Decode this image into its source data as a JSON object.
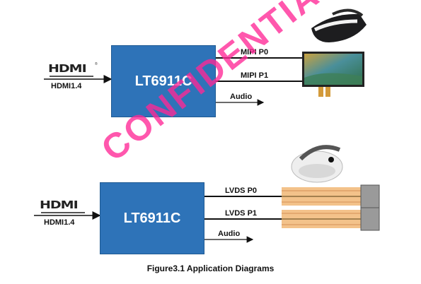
{
  "top_diagram": {
    "input_logo": "HDMI",
    "input_label": "HDMI1.4",
    "chip_label": "LT6911C",
    "outputs": [
      "MIPI P0",
      "MIPI P1",
      "Audio"
    ]
  },
  "bottom_diagram": {
    "input_logo": "HDMI",
    "input_label": "HDMI1.4",
    "chip_label": "LT6911C",
    "outputs": [
      "LVDS P0",
      "LVDS P1",
      "Audio"
    ]
  },
  "caption": "Figure3.1 Application Diagrams",
  "watermark": "CONFIDENTIAL",
  "colors": {
    "chip_fill": "#2e73b8",
    "watermark": "#ff2896"
  },
  "icons": [
    "vr-headset-icon",
    "mipi-display-panel-icon",
    "vr-headset-white-icon",
    "lvds-flex-cable-icon"
  ]
}
